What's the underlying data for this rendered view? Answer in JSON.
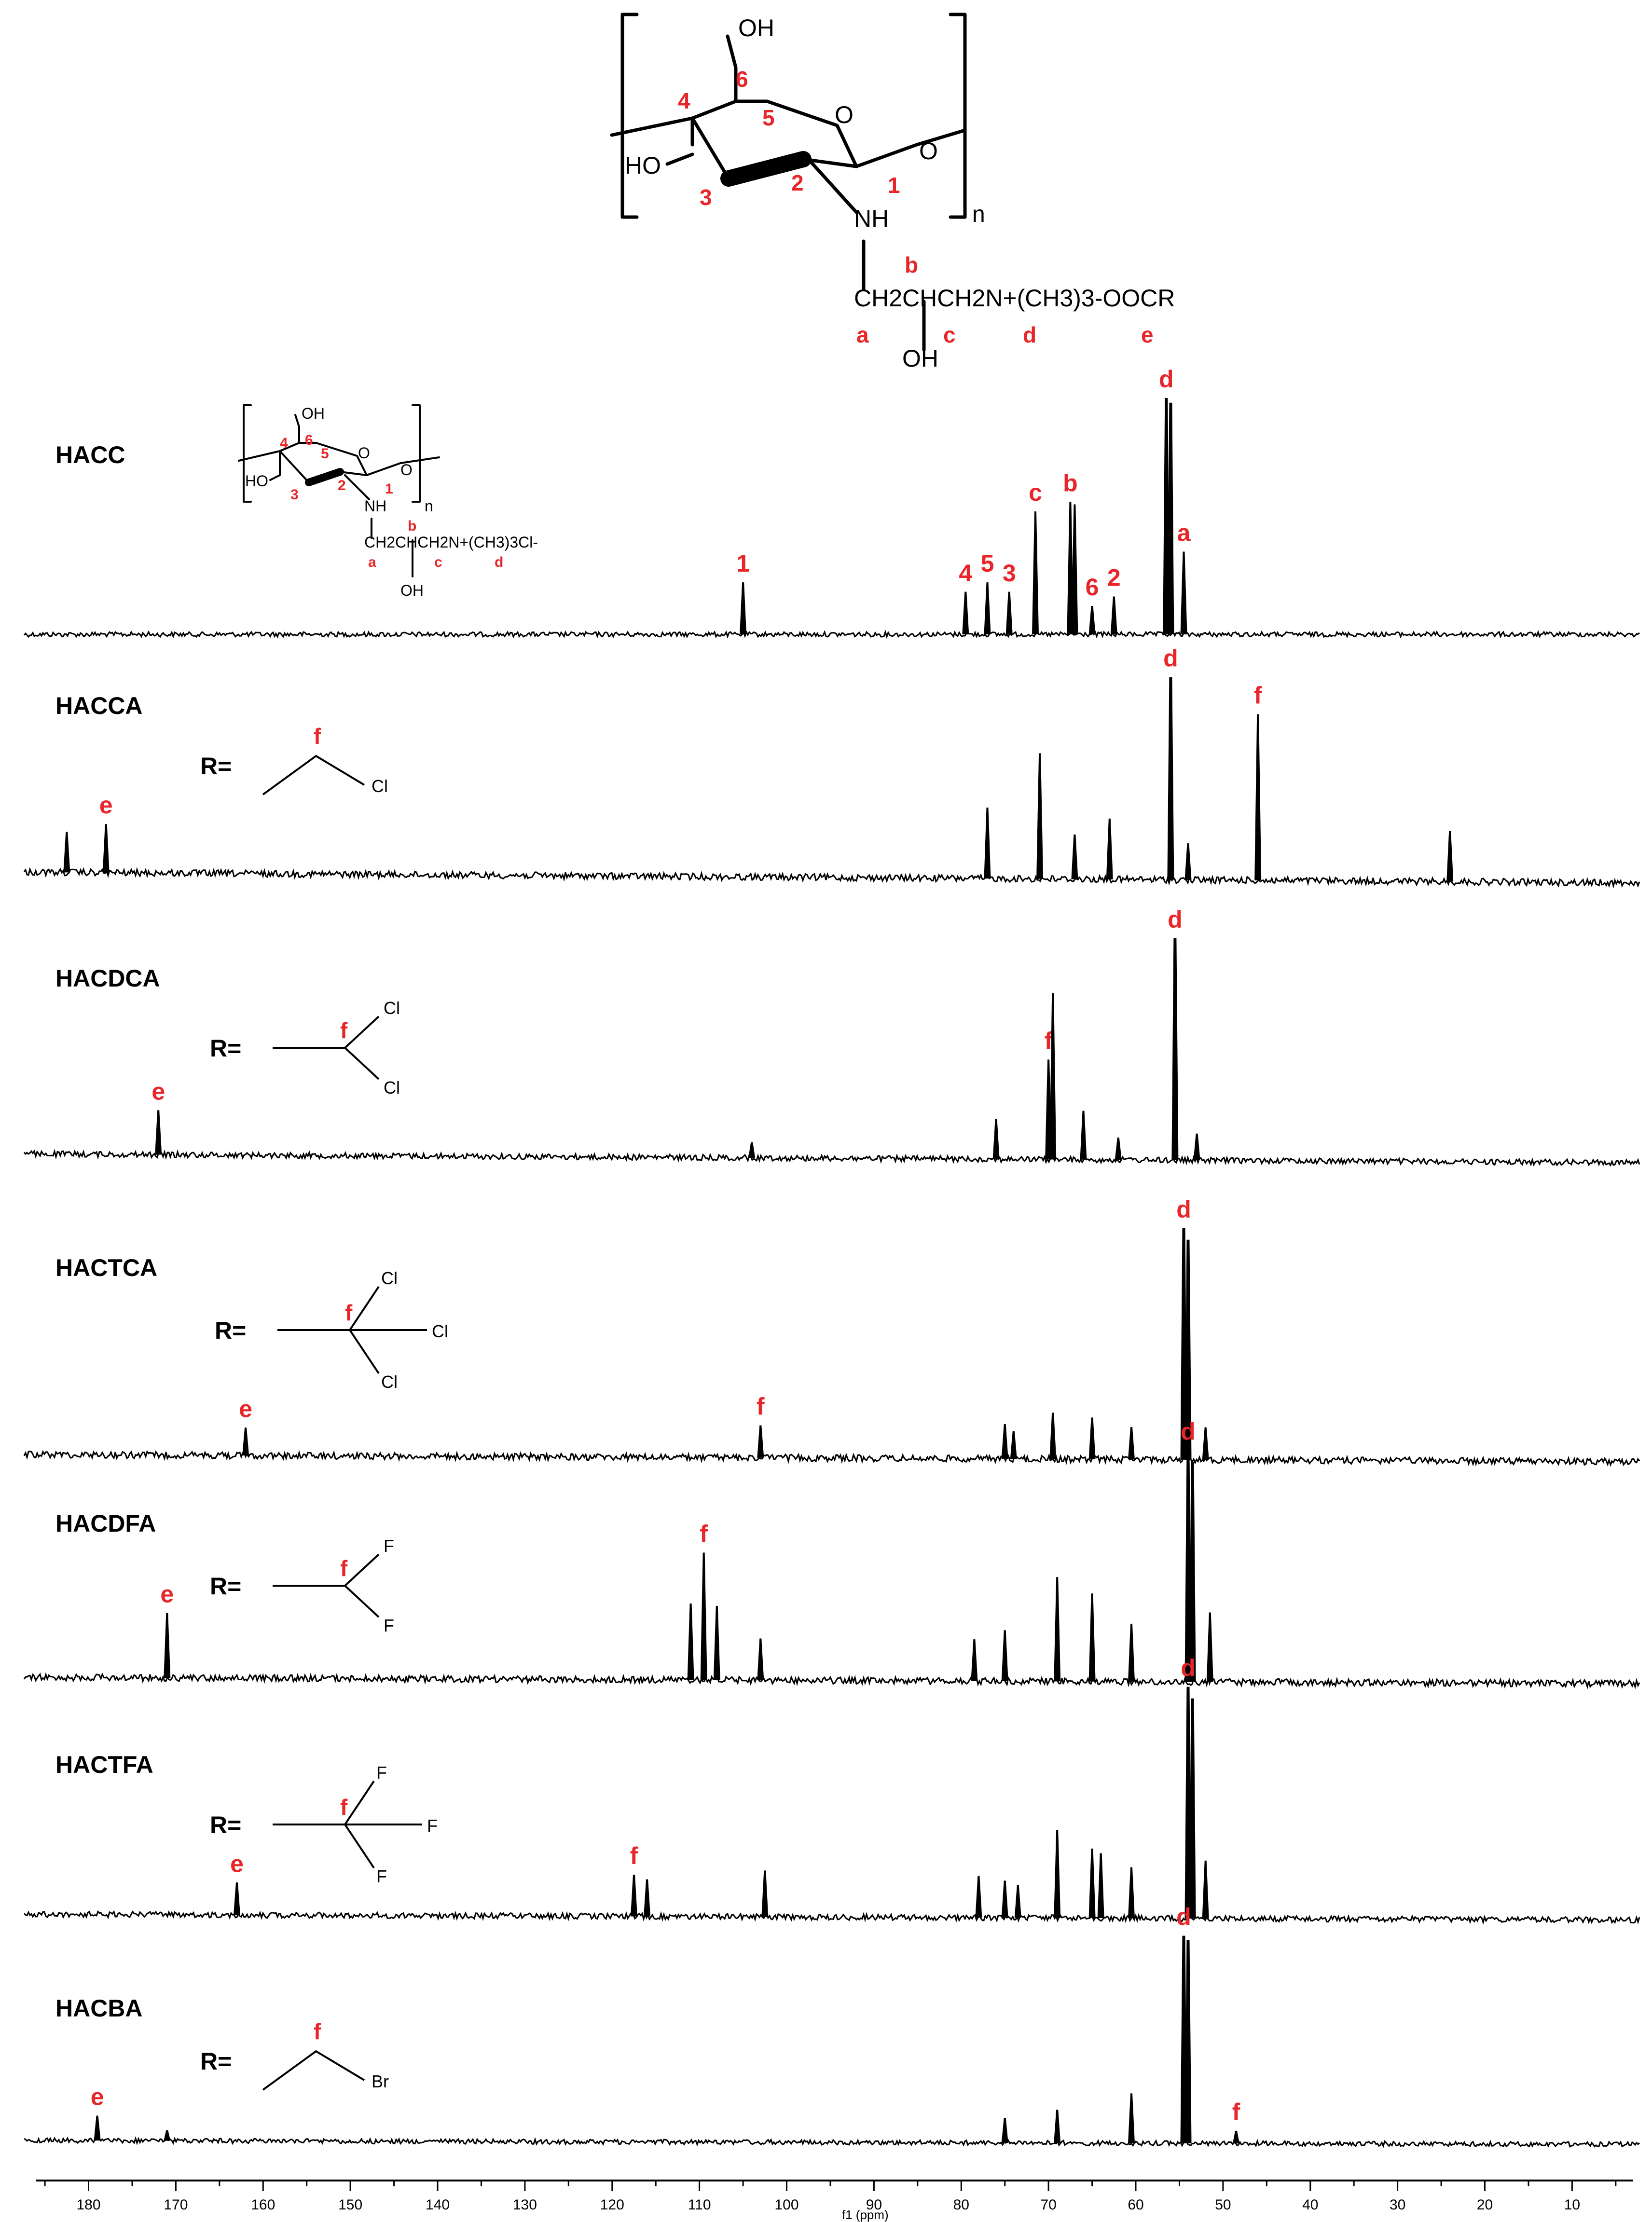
{
  "chart_data": {
    "type": "line",
    "xlabel": "f1 (ppm)",
    "xlim": [
      186,
      3
    ],
    "x_ticks": [
      180,
      170,
      160,
      150,
      140,
      130,
      120,
      110,
      100,
      90,
      80,
      70,
      60,
      50,
      40,
      30,
      20,
      10
    ],
    "grid": false,
    "legend": "none",
    "colors": {
      "trace": "#000000",
      "label": "#e8262a"
    },
    "top_structure": {
      "atom_labels": [
        "1",
        "2",
        "3",
        "4",
        "5",
        "6"
      ],
      "group_labels": [
        "a",
        "b",
        "c",
        "d",
        "e"
      ],
      "text": [
        "OH",
        "O",
        "HO",
        "NH",
        "n",
        "CH2CHCH2N+(CH3)3-OOCR",
        "OH"
      ]
    },
    "series": [
      {
        "name": "HACC",
        "r_group_atoms": [],
        "structure_text": "CH2CHCH2N+(CH3)3Cl-",
        "peaks": [
          {
            "x": 105,
            "h": 0.22,
            "label": "1"
          },
          {
            "x": 79.5,
            "h": 0.18,
            "label": "4"
          },
          {
            "x": 77,
            "h": 0.22,
            "label": "5"
          },
          {
            "x": 74.5,
            "h": 0.18,
            "label": "3"
          },
          {
            "x": 71.5,
            "h": 0.52,
            "label": "c"
          },
          {
            "x": 67.5,
            "h": 0.56,
            "label": "b"
          },
          {
            "x": 67,
            "h": 0.55,
            "label": ""
          },
          {
            "x": 65,
            "h": 0.12,
            "label": "6"
          },
          {
            "x": 62.5,
            "h": 0.16,
            "label": "2"
          },
          {
            "x": 56.5,
            "h": 1.0,
            "label": "d"
          },
          {
            "x": 56,
            "h": 0.98,
            "label": ""
          },
          {
            "x": 54.5,
            "h": 0.35,
            "label": "a"
          }
        ]
      },
      {
        "name": "HACCA",
        "r_group_atoms": [
          "Cl"
        ],
        "peaks": [
          {
            "x": 178,
            "h": 0.24,
            "label": "e"
          },
          {
            "x": 182.5,
            "h": 0.2,
            "label": ""
          },
          {
            "x": 77,
            "h": 0.35,
            "label": ""
          },
          {
            "x": 71,
            "h": 0.62,
            "label": ""
          },
          {
            "x": 67,
            "h": 0.22,
            "label": ""
          },
          {
            "x": 63,
            "h": 0.3,
            "label": ""
          },
          {
            "x": 56,
            "h": 1.0,
            "label": "d"
          },
          {
            "x": 54,
            "h": 0.18,
            "label": ""
          },
          {
            "x": 46,
            "h": 0.82,
            "label": "f"
          },
          {
            "x": 24,
            "h": 0.25,
            "label": ""
          }
        ]
      },
      {
        "name": "HACDCA",
        "r_group_atoms": [
          "Cl",
          "Cl"
        ],
        "peaks": [
          {
            "x": 172,
            "h": 0.2,
            "label": "e"
          },
          {
            "x": 104,
            "h": 0.07,
            "label": ""
          },
          {
            "x": 76,
            "h": 0.18,
            "label": ""
          },
          {
            "x": 70,
            "h": 0.45,
            "label": "f"
          },
          {
            "x": 69.5,
            "h": 0.75,
            "label": ""
          },
          {
            "x": 66,
            "h": 0.22,
            "label": ""
          },
          {
            "x": 62,
            "h": 0.1,
            "label": ""
          },
          {
            "x": 55.5,
            "h": 1.0,
            "label": "d"
          },
          {
            "x": 53,
            "h": 0.12,
            "label": ""
          }
        ]
      },
      {
        "name": "HACTCA",
        "r_group_atoms": [
          "Cl",
          "Cl",
          "Cl"
        ],
        "peaks": [
          {
            "x": 162,
            "h": 0.12,
            "label": "e"
          },
          {
            "x": 103,
            "h": 0.14,
            "label": "f"
          },
          {
            "x": 75,
            "h": 0.15,
            "label": ""
          },
          {
            "x": 74,
            "h": 0.12,
            "label": ""
          },
          {
            "x": 69.5,
            "h": 0.2,
            "label": ""
          },
          {
            "x": 65,
            "h": 0.18,
            "label": ""
          },
          {
            "x": 60.5,
            "h": 0.14,
            "label": ""
          },
          {
            "x": 54.5,
            "h": 1.0,
            "label": "d"
          },
          {
            "x": 54,
            "h": 0.95,
            "label": ""
          },
          {
            "x": 52,
            "h": 0.14,
            "label": ""
          }
        ]
      },
      {
        "name": "HACDFA",
        "r_group_atoms": [
          "F",
          "F"
        ],
        "peaks": [
          {
            "x": 171,
            "h": 0.28,
            "label": "e"
          },
          {
            "x": 111,
            "h": 0.33,
            "label": ""
          },
          {
            "x": 109.5,
            "h": 0.55,
            "label": "f"
          },
          {
            "x": 108,
            "h": 0.32,
            "label": ""
          },
          {
            "x": 103,
            "h": 0.18,
            "label": ""
          },
          {
            "x": 78.5,
            "h": 0.18,
            "label": ""
          },
          {
            "x": 75,
            "h": 0.22,
            "label": ""
          },
          {
            "x": 69,
            "h": 0.45,
            "label": ""
          },
          {
            "x": 65,
            "h": 0.38,
            "label": ""
          },
          {
            "x": 60.5,
            "h": 0.25,
            "label": ""
          },
          {
            "x": 54,
            "h": 1.0,
            "label": "d"
          },
          {
            "x": 53.5,
            "h": 0.95,
            "label": ""
          },
          {
            "x": 51.5,
            "h": 0.3,
            "label": ""
          }
        ]
      },
      {
        "name": "HACTFA",
        "r_group_atoms": [
          "F",
          "F",
          "F"
        ],
        "peaks": [
          {
            "x": 163,
            "h": 0.14,
            "label": "e"
          },
          {
            "x": 117.5,
            "h": 0.18,
            "label": "f"
          },
          {
            "x": 116,
            "h": 0.16,
            "label": ""
          },
          {
            "x": 102.5,
            "h": 0.2,
            "label": ""
          },
          {
            "x": 78,
            "h": 0.18,
            "label": ""
          },
          {
            "x": 75,
            "h": 0.16,
            "label": ""
          },
          {
            "x": 73.5,
            "h": 0.14,
            "label": ""
          },
          {
            "x": 69,
            "h": 0.38,
            "label": ""
          },
          {
            "x": 65,
            "h": 0.3,
            "label": ""
          },
          {
            "x": 64,
            "h": 0.28,
            "label": ""
          },
          {
            "x": 60.5,
            "h": 0.22,
            "label": ""
          },
          {
            "x": 54,
            "h": 1.0,
            "label": "d"
          },
          {
            "x": 53.5,
            "h": 0.95,
            "label": ""
          },
          {
            "x": 52,
            "h": 0.25,
            "label": ""
          }
        ]
      },
      {
        "name": "HACBA",
        "r_group_atoms": [
          "Br"
        ],
        "peaks": [
          {
            "x": 179,
            "h": 0.12,
            "label": "e"
          },
          {
            "x": 171,
            "h": 0.05,
            "label": ""
          },
          {
            "x": 75,
            "h": 0.12,
            "label": ""
          },
          {
            "x": 69,
            "h": 0.16,
            "label": ""
          },
          {
            "x": 60.5,
            "h": 0.24,
            "label": ""
          },
          {
            "x": 54.5,
            "h": 1.0,
            "label": "d"
          },
          {
            "x": 54,
            "h": 0.98,
            "label": ""
          },
          {
            "x": 48.5,
            "h": 0.06,
            "label": "f"
          }
        ]
      }
    ]
  }
}
